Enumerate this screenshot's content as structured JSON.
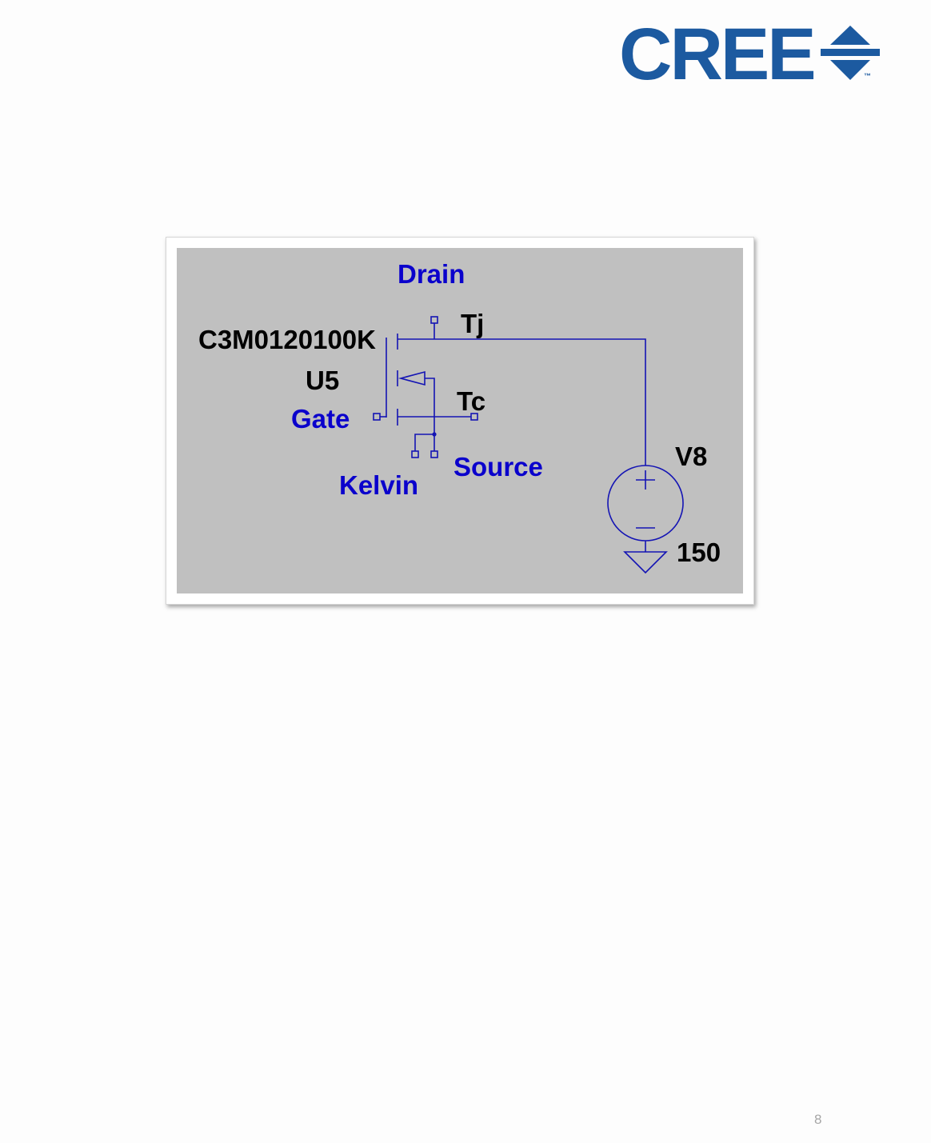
{
  "logo": {
    "wordmark": "CREE",
    "trademark": "™",
    "color": "#1c5aa0"
  },
  "schematic": {
    "background": "#c0c0c0",
    "wire_color": "#1414b4",
    "labels": {
      "drain": "Drain",
      "tj": "Tj",
      "part_number": "C3M0120100K",
      "instance": "U5",
      "gate": "Gate",
      "tc": "Tc",
      "source": "Source",
      "kelvin": "Kelvin",
      "voltage_source": "V8",
      "voltage_value": "150"
    }
  },
  "page": {
    "number": "8"
  }
}
